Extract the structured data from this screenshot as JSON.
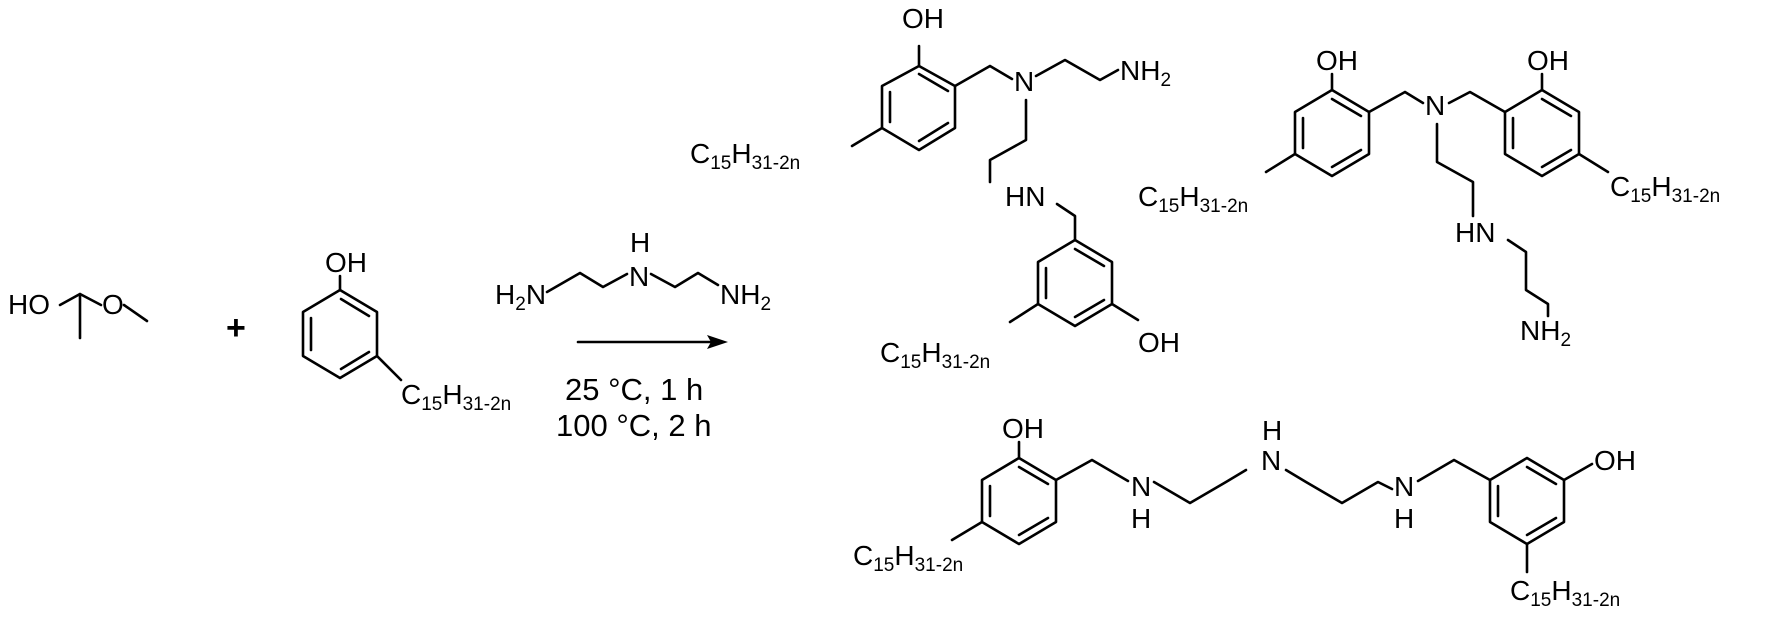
{
  "reagents": {
    "hemiacetal": {
      "oh": "HO",
      "o": "O"
    },
    "plus": "+",
    "cardanol": {
      "oh": "OH",
      "chain": {
        "c": "C",
        "c_sub": "15",
        "h": "H",
        "h_sub": "31-2n"
      }
    }
  },
  "amine": {
    "h": "H",
    "n": "N",
    "nh2_left": {
      "h": "H",
      "sub": "2",
      "n": "N"
    },
    "nh2_right": {
      "n": "NH",
      "sub": "2"
    }
  },
  "conditions": {
    "line1": "25 °C, 1 h",
    "line2": "100 °C, 2 h"
  },
  "products": {
    "chain": {
      "c": "C",
      "c_sub": "15",
      "h": "H",
      "h_sub": "31-2n"
    },
    "oh": "OH",
    "n": "N",
    "hn": "HN",
    "h": "H",
    "nh2": {
      "n": "NH",
      "sub": "2"
    }
  }
}
